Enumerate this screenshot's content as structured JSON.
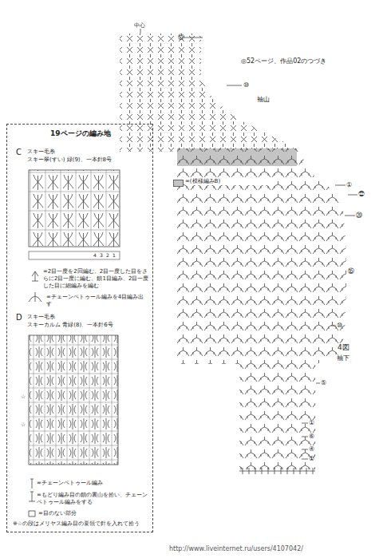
{
  "diagram": {
    "nodes": [
      {
        "text": [
          "19ページの編み地"
        ]
      }
    ],
    "labels": [
      "中心",
      "⑪",
      "◎52ページ、作品02のつづき",
      "⑩",
      "袖山",
      "①",
      "㉒",
      "⑳",
      "⑮",
      "⑩",
      "4図",
      "袖下",
      "⑤",
      "①",
      "⑥",
      "④",
      "①",
      "C",
      "スキー毛糸",
      "スキー翠(すい) 緑(9)、一本針8号",
      "4",
      "3",
      "2",
      "1",
      "D",
      "スキー毛糸",
      "スキーカルム 青緑(8)、一本針6号",
      "☆",
      "☆",
      "※☆の段はメリヤス編み目の要領で針を入れて拾う",
      "http://www.liveinternet.ru/users/4107042/"
    ],
    "legend": [
      {
        "text": "=(模様編みB)",
        "color": "#c4c4c4"
      },
      {
        "text": "=2目一度を2回編む。2目一度した目をさらに2目一度に編む。鎖1目編み、2目一度した目に細編みを編む"
      },
      {
        "text": "=チェーンペトゥール編みを4目編み出す"
      },
      {
        "text": "=チェーンペトゥール編み"
      },
      {
        "text": "=もどり編み目の鎖の裏山を拾い、チェーンペトゥール編みをする"
      },
      {
        "text": "=目のない部分"
      }
    ]
  }
}
